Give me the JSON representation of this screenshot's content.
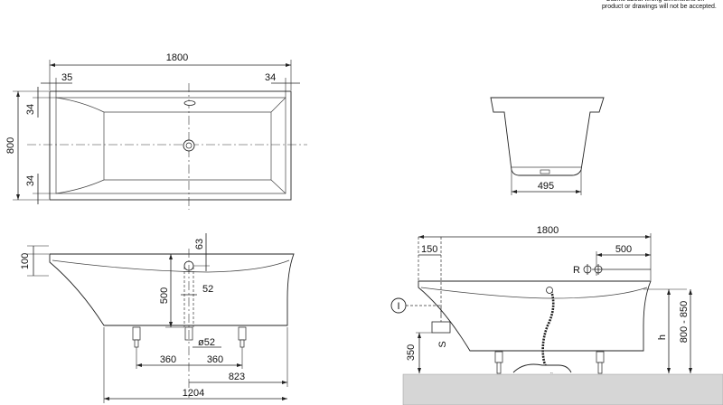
{
  "note": {
    "text": "• Claims about wrong dimensions on product or drawings will not be accepted."
  },
  "top_view": {
    "length": "1800",
    "width": "800",
    "rim_left": "35",
    "rim_right": "34",
    "rim_top": "34",
    "rim_bottom": "34"
  },
  "side_view": {
    "height_left": "100",
    "rim_dim": "63",
    "drain_depth": "500",
    "drain_offset": "52",
    "drain_diameter": "ø52",
    "foot_left": "360",
    "foot_right": "360",
    "half_length": "823",
    "base_length": "1204"
  },
  "end_view": {
    "width": "495"
  },
  "install_view": {
    "length": "1800",
    "left_offset": "150",
    "overflow_offset": "500",
    "overflow_label": "R",
    "inlet_label": "I",
    "siphon_label": "S",
    "floor_height": "350",
    "height_label": "h",
    "height_range": "800 - 850"
  }
}
